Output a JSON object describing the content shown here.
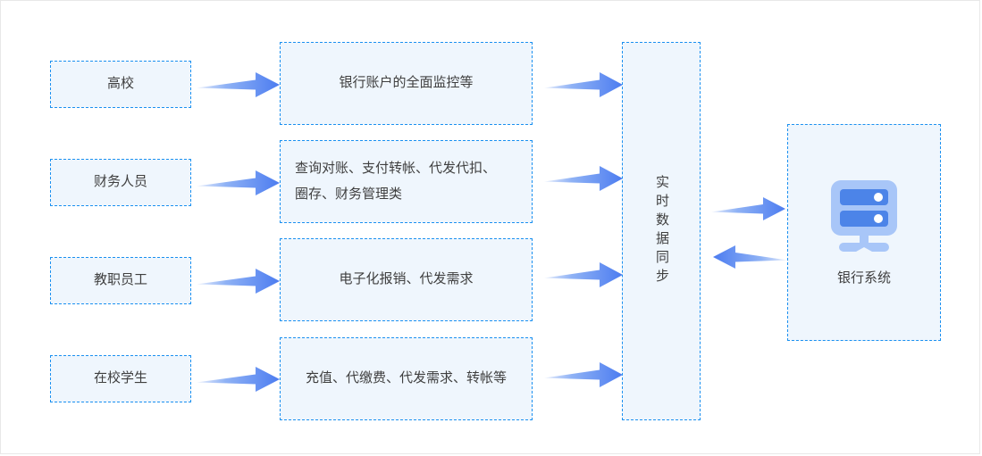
{
  "diagram": {
    "title_present": false,
    "colors": {
      "box_fill": "#eff6fd",
      "box_border": "#1a90f0",
      "arrow_head": "#4c7cf0",
      "arrow_tail": "#e8eefc",
      "text": "#3f3f3f",
      "icon_light": "#a8c6f8",
      "icon_dark": "#4c84e8",
      "canvas_border": "#e8e8e8"
    },
    "actors": [
      {
        "label": "高校"
      },
      {
        "label": "财务人员"
      },
      {
        "label": "教职员工"
      },
      {
        "label": "在校学生"
      }
    ],
    "services": [
      {
        "lines": [
          "银行账户的全面监控等"
        ]
      },
      {
        "lines": [
          "查询对账、支付转帐、代发代扣、",
          "圈存、财务管理类"
        ]
      },
      {
        "lines": [
          "电子化报销、代发需求"
        ]
      },
      {
        "lines": [
          "充值、代缴费、代发需求、转帐等"
        ]
      }
    ],
    "sync": {
      "label": "实时数据同步"
    },
    "bank": {
      "label": "银行系统",
      "icon": "server-icon"
    },
    "arrows": [
      {
        "name": "arrow-actor-1-to-service-1",
        "direction": "right"
      },
      {
        "name": "arrow-actor-2-to-service-2",
        "direction": "right"
      },
      {
        "name": "arrow-actor-3-to-service-3",
        "direction": "right"
      },
      {
        "name": "arrow-actor-4-to-service-4",
        "direction": "right"
      },
      {
        "name": "arrow-service-1-to-sync",
        "direction": "right"
      },
      {
        "name": "arrow-service-2-to-sync",
        "direction": "right"
      },
      {
        "name": "arrow-service-3-to-sync",
        "direction": "right"
      },
      {
        "name": "arrow-service-4-to-sync",
        "direction": "right"
      },
      {
        "name": "arrow-sync-to-bank",
        "direction": "right"
      },
      {
        "name": "arrow-bank-to-sync",
        "direction": "left"
      }
    ]
  }
}
